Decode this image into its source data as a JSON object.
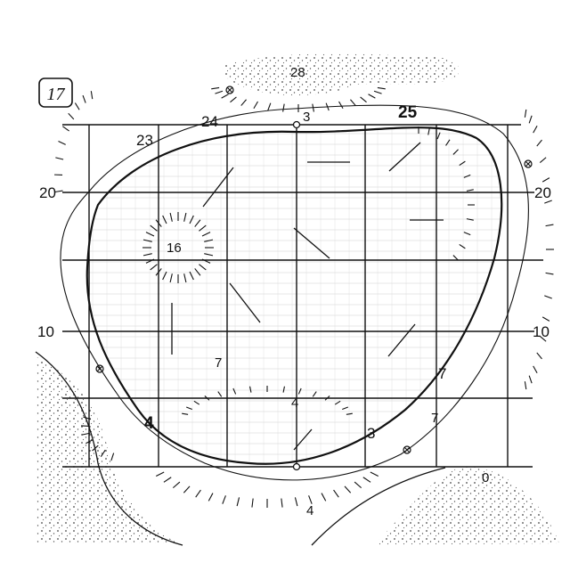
{
  "hole": {
    "number": "17"
  },
  "yardage_marks": {
    "left_20": "20",
    "right_20": "20",
    "left_10": "10",
    "right_10": "10"
  },
  "contour_labels": {
    "c28": "28",
    "c3_top": "3",
    "c25": "25",
    "c24": "24",
    "c23": "23",
    "c16": "16",
    "c7_left": "7",
    "c4_center": "4",
    "c4_left": "4",
    "c3_bottom": "3",
    "c7_right_upper": "7",
    "c7_right_lower": "7",
    "c0": "0",
    "c4_bottom": "4"
  },
  "colors": {
    "ink": "#111111",
    "paper": "#ffffff",
    "grid": "#9a9a9a",
    "stipple": "#555555"
  }
}
